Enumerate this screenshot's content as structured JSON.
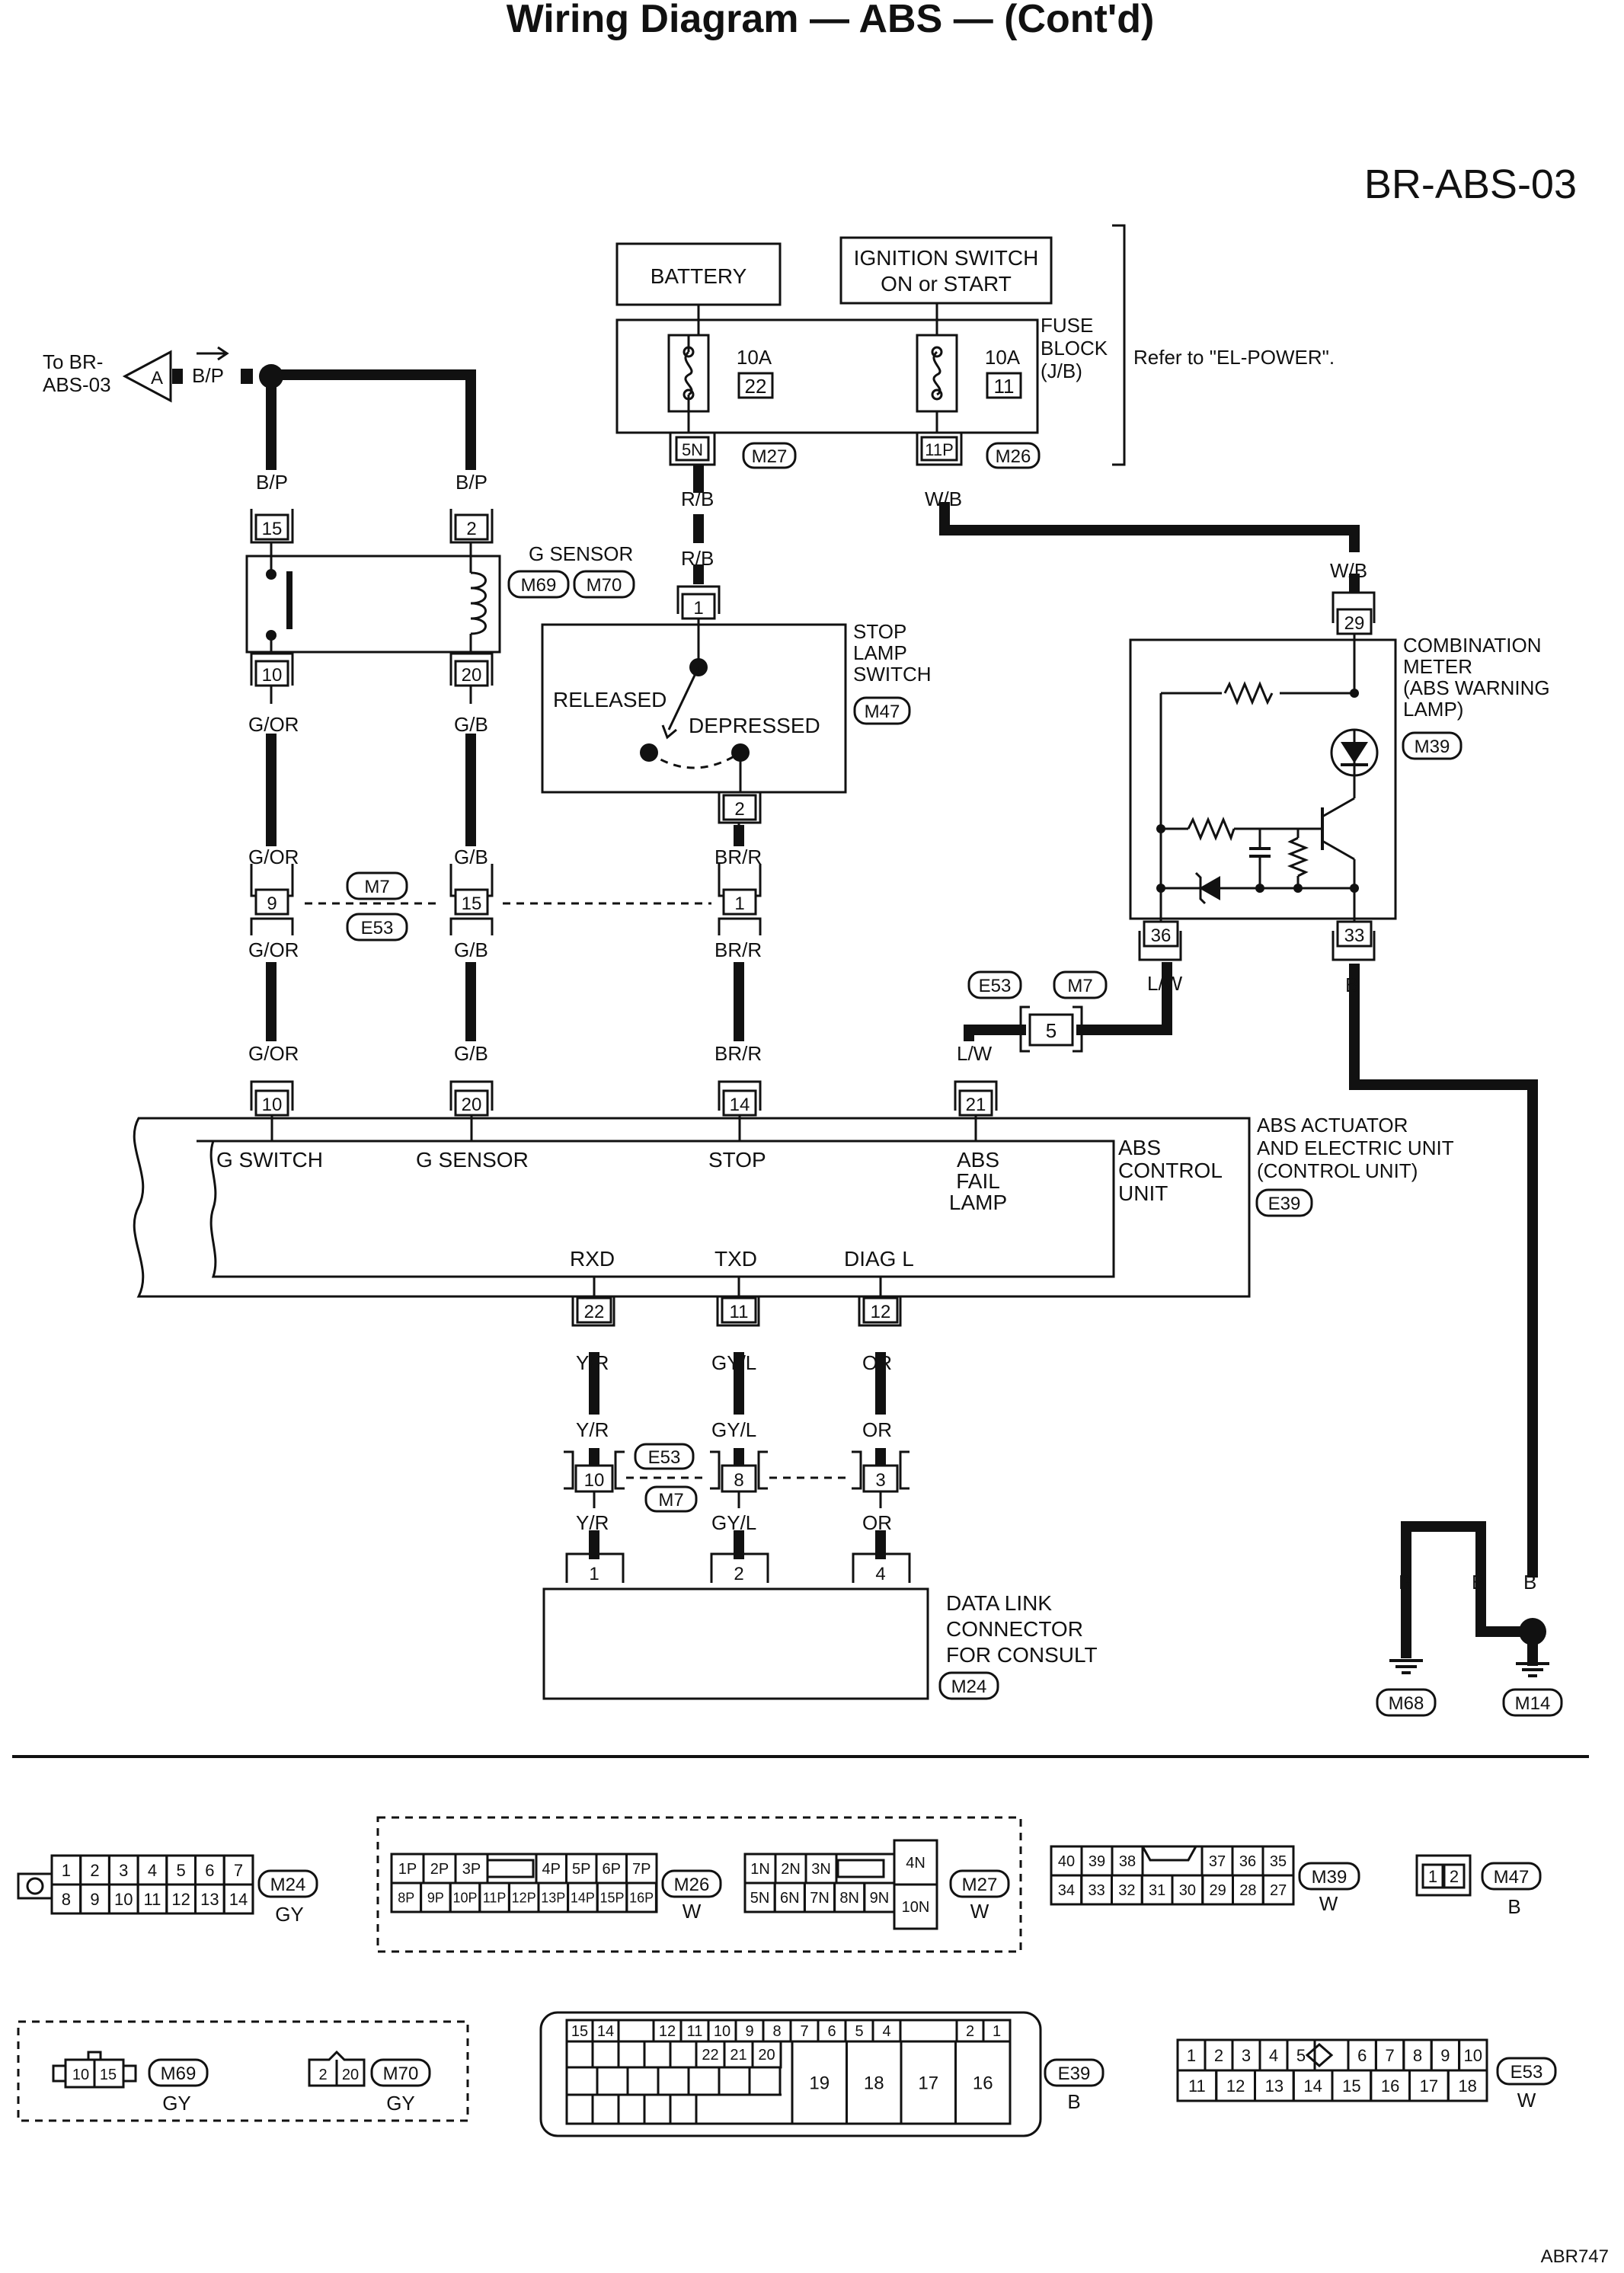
{
  "header": {
    "title": "Wiring Diagram — ABS — (Cont'd)",
    "code": "BR-ABS-03",
    "figure_id": "ABR747"
  },
  "power": {
    "battery": "BATTERY",
    "ignition_line1": "IGNITION SWITCH",
    "ignition_line2": "ON or START",
    "fuse_block_line1": "FUSE",
    "fuse_block_line2": "BLOCK",
    "fuse_block_line3": "(J/B)",
    "refer": "Refer to \"EL-POWER\".",
    "fuse1_amp": "10A",
    "fuse1_no": "22",
    "fuse2_amp": "10A",
    "fuse2_no": "11",
    "term_5n": "5N",
    "term_11p": "11P",
    "conn_m27": "M27",
    "conn_m26": "M26"
  },
  "offpage": {
    "line1": "To BR-",
    "line2": "ABS-03",
    "marker": "A",
    "wire": "B/P"
  },
  "gsensor": {
    "label": "G SENSOR",
    "conn1": "M69",
    "conn2": "M70",
    "pin15": "15",
    "pin2": "2",
    "pin10": "10",
    "pin20": "20"
  },
  "stoplamp": {
    "line1": "STOP",
    "line2": "LAMP",
    "line3": "SWITCH",
    "released": "RELEASED",
    "depressed": "DEPRESSED",
    "conn": "M47",
    "pin1": "1",
    "pin2": "2"
  },
  "combination": {
    "line1": "COMBINATION",
    "line2": "METER",
    "line3": "(ABS WARNING",
    "line4": "LAMP)",
    "conn": "M39",
    "pin29": "29",
    "pin36": "36",
    "pin33": "33"
  },
  "joint": {
    "m7": "M7",
    "e53": "E53",
    "pin9": "9",
    "pin15": "15",
    "pin1": "1",
    "pin5": "5",
    "pin10": "10",
    "pin8": "8",
    "pin3": "3"
  },
  "abs": {
    "unit_line1": "ABS ACTUATOR",
    "unit_line2": "AND ELECTRIC UNIT",
    "unit_line3": "(CONTROL UNIT)",
    "conn": "E39",
    "cu_line1": "ABS",
    "cu_line2": "CONTROL",
    "cu_line3": "UNIT",
    "gswitch": "G SWITCH",
    "gsensor": "G SENSOR",
    "stop": "STOP",
    "fail1": "ABS",
    "fail2": "FAIL",
    "fail3": "LAMP",
    "rxd": "RXD",
    "txd": "TXD",
    "diag": "DIAG L",
    "p10": "10",
    "p20": "20",
    "p14": "14",
    "p21": "21",
    "p22": "22",
    "p11": "11",
    "p12": "12"
  },
  "dlc": {
    "line1": "DATA LINK",
    "line2": "CONNECTOR",
    "line3": "FOR CONSULT",
    "conn": "M24",
    "p1": "1",
    "p2": "2",
    "p4": "4"
  },
  "ground": {
    "m68": "M68",
    "m14": "M14"
  },
  "wires": {
    "bp": "B/P",
    "rb": "R/B",
    "wb": "W/B",
    "gor": "G/OR",
    "gb": "G/B",
    "brr": "BR/R",
    "lw": "L/W",
    "b": "B",
    "yr": "Y/R",
    "gyl": "GY/L",
    "or": "OR"
  },
  "connectors": {
    "m24": {
      "name": "M24",
      "color": "GY",
      "top": [
        "1",
        "2",
        "3",
        "4",
        "5",
        "6",
        "7"
      ],
      "bottom": [
        "8",
        "9",
        "10",
        "11",
        "12",
        "13",
        "14"
      ]
    },
    "m26": {
      "name": "M26",
      "color": "W",
      "top": [
        "1P",
        "2P",
        "3P",
        "4P",
        "5P",
        "6P",
        "7P"
      ],
      "bottom": [
        "8P",
        "9P",
        "10P",
        "11P",
        "12P",
        "13P",
        "14P",
        "15P",
        "16P"
      ]
    },
    "m27": {
      "name": "M27",
      "color": "W",
      "top": [
        "1N",
        "2N",
        "3N"
      ],
      "bottom": [
        "5N",
        "6N",
        "7N",
        "8N",
        "9N"
      ],
      "side": [
        "4N",
        "10N"
      ]
    },
    "m39": {
      "name": "M39",
      "color": "W",
      "top": [
        "40",
        "39",
        "38",
        "37",
        "36",
        "35"
      ],
      "bottom": [
        "34",
        "33",
        "32",
        "31",
        "30",
        "29",
        "28",
        "27"
      ]
    },
    "m47": {
      "name": "M47",
      "color": "B",
      "pins": [
        "1",
        "2"
      ]
    },
    "m69": {
      "name": "M69",
      "color": "GY",
      "pins": [
        "10",
        "15"
      ]
    },
    "m70": {
      "name": "M70",
      "color": "GY",
      "pins": [
        "2",
        "20"
      ]
    },
    "e39": {
      "name": "E39",
      "color": "B",
      "top": [
        "15",
        "14",
        "12",
        "11",
        "10",
        "9",
        "8",
        "7",
        "6",
        "5",
        "4",
        "2",
        "1"
      ],
      "mid": [
        "22",
        "21",
        "20"
      ],
      "big": [
        "19",
        "18",
        "17",
        "16"
      ]
    },
    "e53": {
      "name": "E53",
      "color": "W",
      "top": [
        "1",
        "2",
        "3",
        "4",
        "5",
        "6",
        "7",
        "8",
        "9",
        "10"
      ],
      "bottom": [
        "11",
        "12",
        "13",
        "14",
        "15",
        "16",
        "17",
        "18"
      ]
    }
  }
}
